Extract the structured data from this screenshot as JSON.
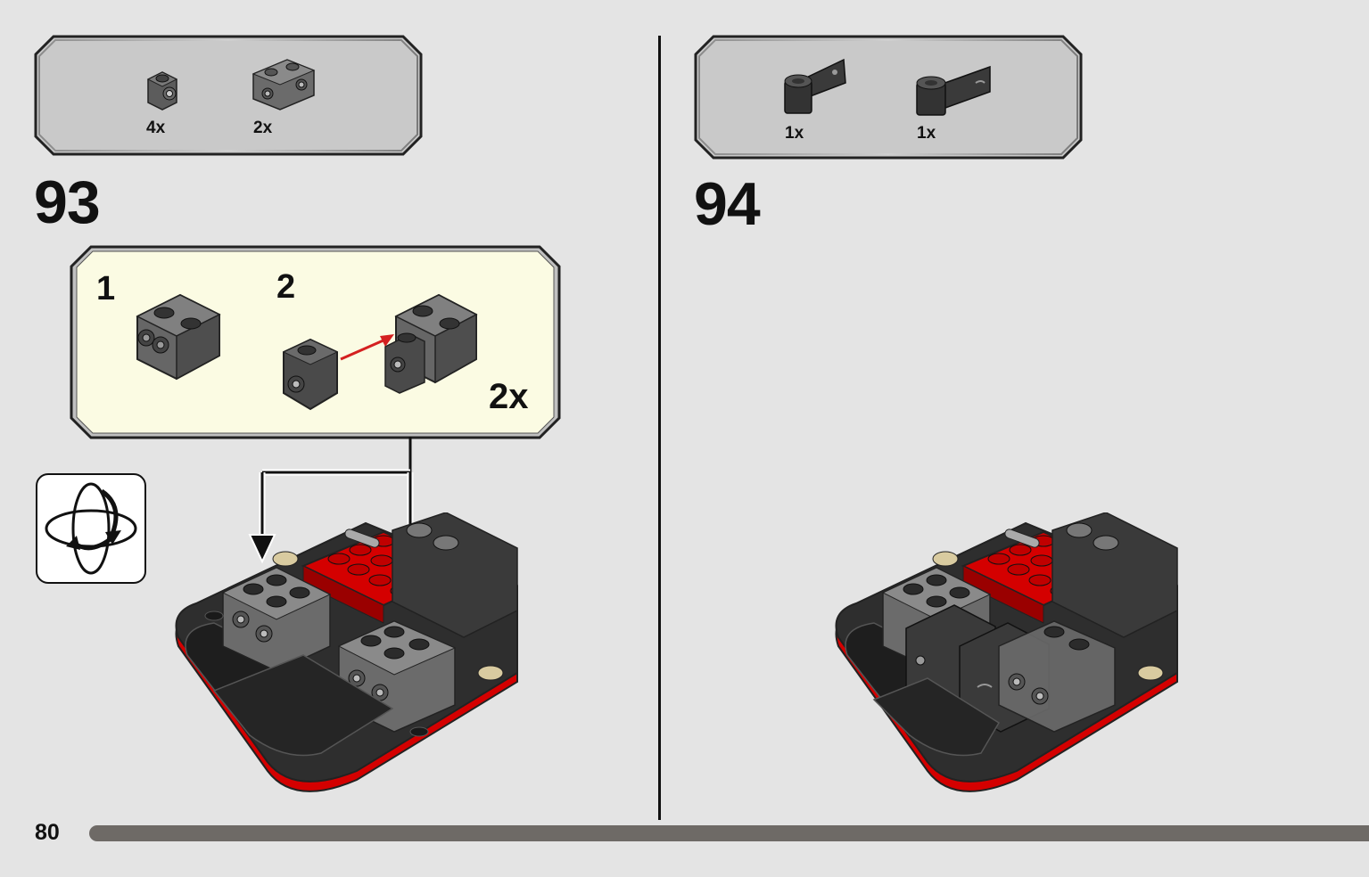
{
  "page": {
    "number": "80"
  },
  "steps": [
    {
      "number": "93",
      "parts": [
        {
          "qty": "4x",
          "icon": "bracket-1x1-icon",
          "color": "#5a5a5a"
        },
        {
          "qty": "2x",
          "icon": "brick-1x2-studs-side-icon",
          "color": "#6b6b6b"
        }
      ],
      "subassembly": {
        "sub_steps": [
          "1",
          "2"
        ],
        "multiplier": "2x",
        "background": "#fbfbe3"
      },
      "rotate_hint": "rotate-model-icon"
    },
    {
      "number": "94",
      "parts": [
        {
          "qty": "1x",
          "icon": "bracket-left-plate-icon",
          "color": "#333333"
        },
        {
          "qty": "1x",
          "icon": "bracket-right-plate-icon",
          "color": "#333333"
        }
      ]
    }
  ],
  "colors": {
    "page_bg": "#e4e4e4",
    "parts_box_bg": "#c9c9c9",
    "accent_red": "#d40000",
    "arrow_red": "#d42020",
    "progress": "#6e6a66"
  }
}
